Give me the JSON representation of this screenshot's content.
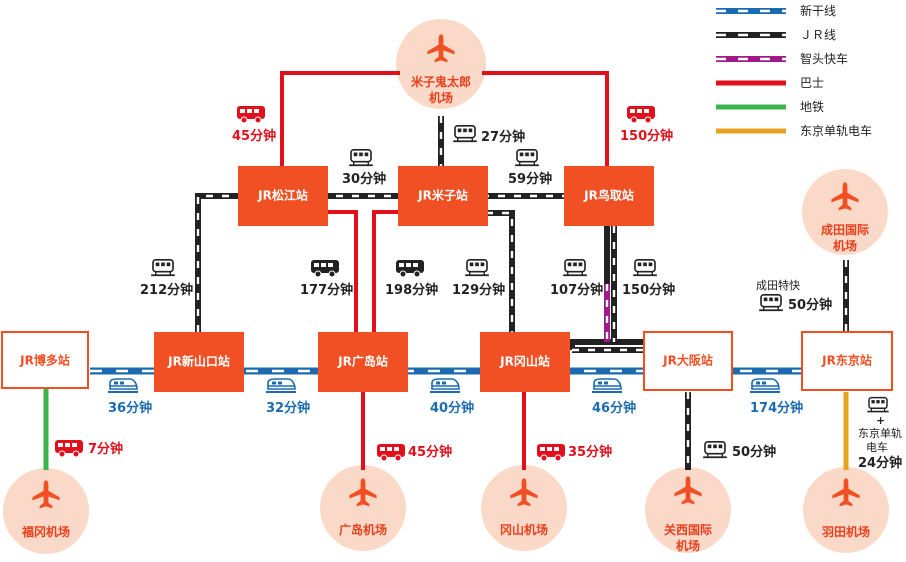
{
  "legend": [
    {
      "label": "新干线",
      "style": "shinkansen"
    },
    {
      "label": "ＪＲ线",
      "style": "jr"
    },
    {
      "label": "智头快车",
      "style": "chizu"
    },
    {
      "label": "巴士",
      "style": "bus"
    },
    {
      "label": "地铁",
      "style": "subway"
    },
    {
      "label": "东京单轨电车",
      "style": "monorail"
    }
  ],
  "colors": {
    "station": "#f05023",
    "station_light": "#fbe3d7",
    "airport_light": "#fbd9c8",
    "airport_icon": "#f05023",
    "shinkansen_blue": "#1c6bb0",
    "bus_red": "#e0101c",
    "subway_green": "#3bb54a",
    "monorail_yellow": "#e6a21e",
    "chizu_purple": "#a01a8a"
  },
  "stations": {
    "hakata": "JR博多站",
    "shinyamaguchi": "JR新山口站",
    "hiroshima": "JR广岛站",
    "okayama": "JR冈山站",
    "osaka": "JR大阪站",
    "tokyo": "JR东京站",
    "matsue": "JR松江站",
    "yonago": "JR米子站",
    "tottori": "JR鸟取站"
  },
  "airports": {
    "yonago": [
      "米子鬼太郎",
      "机场"
    ],
    "narita": [
      "成田国际",
      "机场"
    ],
    "fukuoka": [
      "福冈机场"
    ],
    "hiroshima": [
      "广岛机场"
    ],
    "okayama": [
      "冈山机场"
    ],
    "kansai": [
      "关西国际",
      "机场"
    ],
    "haneda": [
      "羽田机场"
    ]
  },
  "times": {
    "hakata_shinyamaguchi": "36分钟",
    "shinyamaguchi_hiroshima": "32分钟",
    "hiroshima_okayama": "40分钟",
    "okayama_osaka": "46分钟",
    "osaka_tokyo": "174分钟",
    "fukuoka_subway": "7分钟",
    "hiroshima_bus": "45分钟",
    "okayama_bus": "35分钟",
    "kansai_jr": "50分钟",
    "yonago_jr": "27分钟",
    "matsue_bus": "45分钟",
    "tottori_bus": "150分钟",
    "matsue_yonago": "30分钟",
    "yonago_tottori": "59分钟",
    "shinyamaguchi_matsue": "212分钟",
    "hiroshima_matsue_bus": "177分钟",
    "hiroshima_yonago_bus": "198分钟",
    "okayama_yonago": "129分钟",
    "tottori_osaka_chizu": "107分钟",
    "tottori_osaka_jr": "150分钟",
    "narita_express_name": "成田特快",
    "narita_express": "50分钟",
    "haneda_plus": "+",
    "haneda_monorail_1": "东京单轨",
    "haneda_monorail_2": "电车",
    "haneda_time": "24分钟"
  }
}
